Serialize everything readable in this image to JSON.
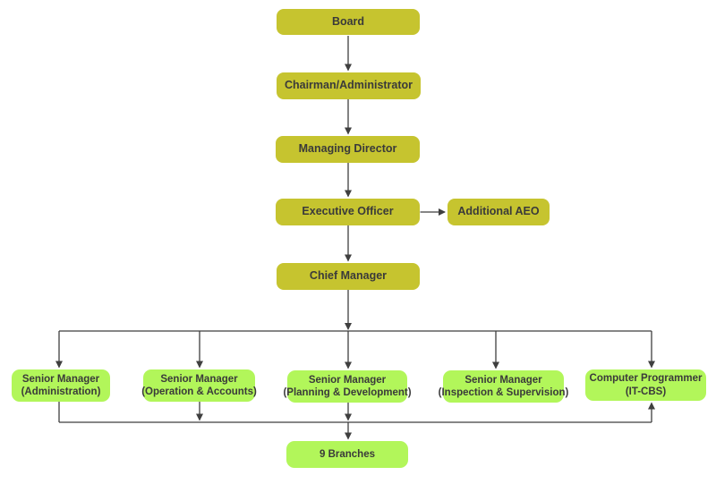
{
  "diagram_type": "org-chart",
  "colors": {
    "level_box_fill": "#c6c42f",
    "branch_box_fill": "#b2f65a",
    "connector_line": "#3f3f3f",
    "text": "#3a3a3a",
    "background": "#ffffff"
  },
  "nodes": {
    "board": {
      "label": "Board"
    },
    "chairman": {
      "label": "Chairman/Administrator"
    },
    "managing_director": {
      "label": "Managing Director"
    },
    "executive_officer": {
      "label": "Executive Officer"
    },
    "additional_aeo": {
      "label": "Additional AEO"
    },
    "chief_manager": {
      "label": "Chief Manager"
    },
    "sm_administration": {
      "line1": "Senior Manager",
      "line2": "(Administration)"
    },
    "sm_operation_accounts": {
      "line1": "Senior Manager",
      "line2": "(Operation & Accounts)"
    },
    "sm_planning_development": {
      "line1": "Senior Manager",
      "line2": "(Planning & Development)"
    },
    "sm_inspection_supervision": {
      "line1": "Senior Manager",
      "line2": "(Inspection & Supervision)"
    },
    "computer_programmer": {
      "line1": "Computer Programmer",
      "line2": "(IT-CBS)"
    },
    "nine_branches": {
      "label": "9 Branches"
    }
  },
  "hierarchy": {
    "edges": [
      "Board -> Chairman/Administrator",
      "Chairman/Administrator -> Managing Director",
      "Managing Director -> Executive Officer",
      "Executive Officer -> Additional AEO",
      "Executive Officer -> Chief Manager",
      "Chief Manager -> Senior Manager (Administration)",
      "Chief Manager -> Senior Manager (Operation & Accounts)",
      "Chief Manager -> Senior Manager (Planning & Development)",
      "Chief Manager -> Senior Manager (Inspection & Supervision)",
      "Chief Manager -> Computer Programmer (IT-CBS)",
      "Senior Managers -> 9 Branches",
      "9 Branches line -> Computer Programmer (IT-CBS)"
    ]
  }
}
